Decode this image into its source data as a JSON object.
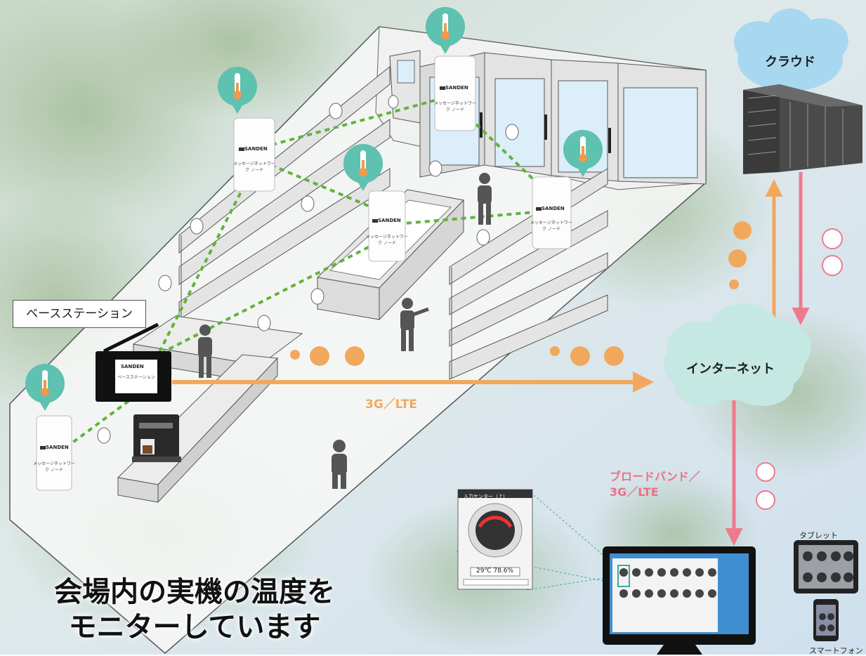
{
  "labels": {
    "base_station": "ベースステーション",
    "cloud": "クラウド",
    "internet": "インターネット",
    "link": "3G／LTE",
    "broadband": "ブロードバンド／\n3G／LTE",
    "tablet": "タブレット",
    "smartphone": "スマートフォン"
  },
  "headline": {
    "line1": "会場内の実機の温度を",
    "line2": "モニターしています"
  },
  "node": {
    "logo": "SANDEN",
    "caption": "メッセージネットワーク ノード",
    "base_caption": "ベースステーション"
  },
  "monitor": {
    "title": "入力センター（上）",
    "reading": "29℃ 78.6%"
  },
  "colors": {
    "arrow_orange": "#f2a85c",
    "arrow_pink": "#ee7a8e",
    "mesh_green": "#5fb43a",
    "pin_teal": "#5fc1b0",
    "cloud_blue": "#a7d8ef",
    "internet_cloud": "#c5e8e2"
  },
  "icons": [
    "thermometer-pin-icon",
    "sensor-node-icon",
    "base-station-icon",
    "server-rack-icon",
    "person-icon",
    "bird-icon",
    "monitor-icon",
    "tablet-icon",
    "smartphone-icon",
    "coffee-machine-icon"
  ]
}
